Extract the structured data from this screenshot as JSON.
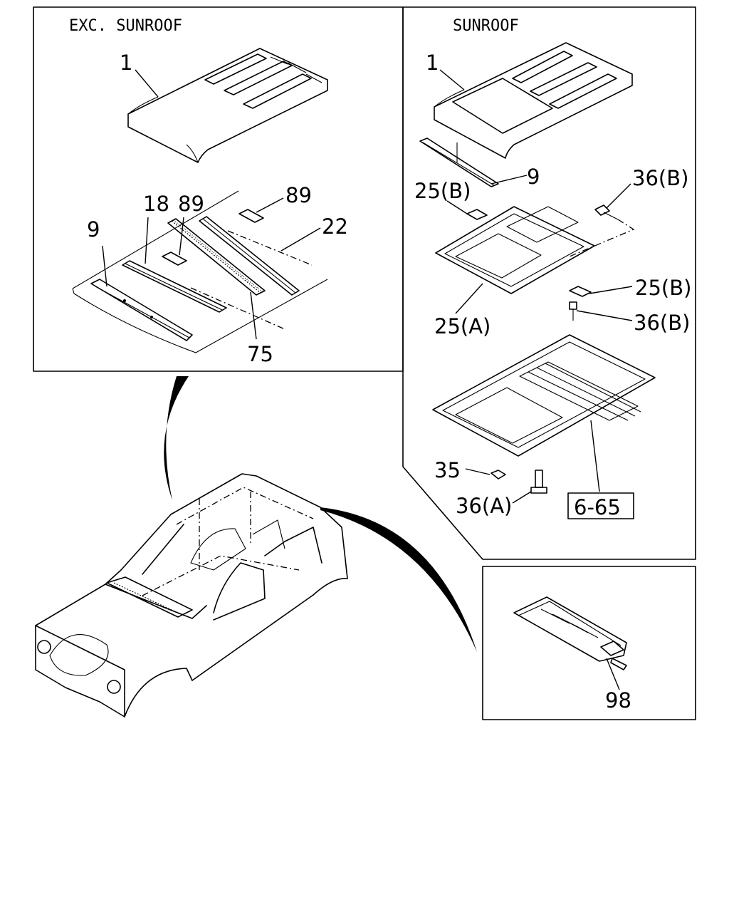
{
  "panels": {
    "exc_sunroof_title": "EXC. SUNROOF",
    "sunroof_title": "SUNROOF"
  },
  "callouts": {
    "exc": {
      "roof": "1",
      "header_rail": "9",
      "bow_18": "18",
      "clip_89_a": "89",
      "clip_89_b": "89",
      "bow_22": "22",
      "bow_75": "75"
    },
    "sunroof": {
      "roof": "1",
      "header_rail": "9",
      "bracket_25b_left": "25(B)",
      "bolt_36b_top": "36(B)",
      "bracket_25b_right": "25(B)",
      "frame_25a": "25(A)",
      "bolt_36b_mid": "36(B)",
      "nut_35": "35",
      "bolt_36a": "36(A)",
      "ref_box": "6-65"
    },
    "detail": {
      "part_98": "98"
    }
  }
}
